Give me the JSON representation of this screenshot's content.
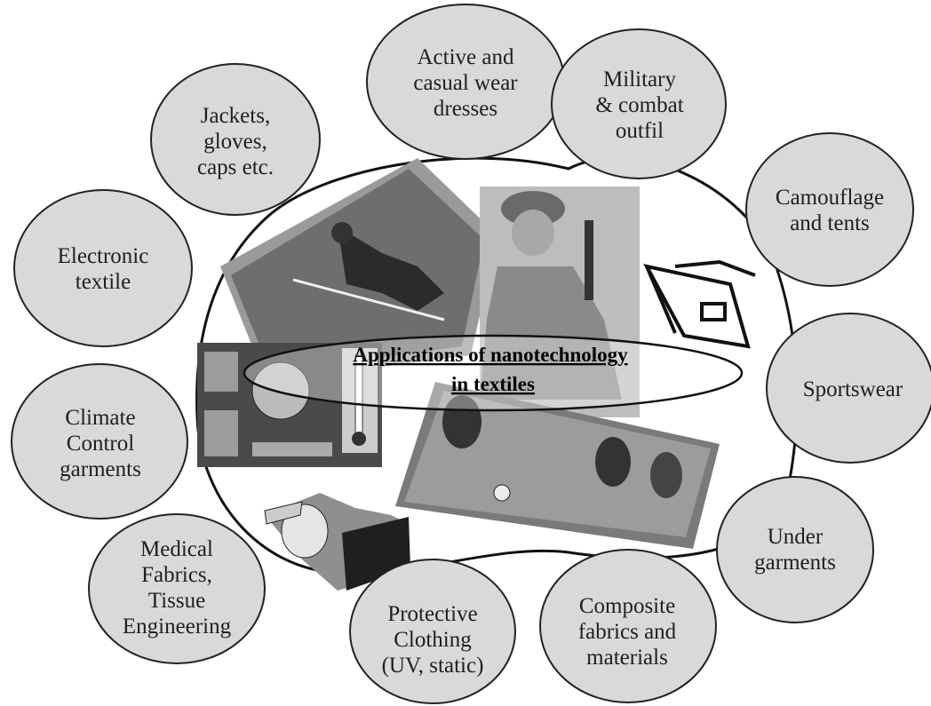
{
  "title": {
    "line1": "Applications of nanotechnology",
    "line2": "in textiles"
  },
  "applications": [
    {
      "lines": [
        "Active and",
        "casual wear",
        "dresses"
      ]
    },
    {
      "lines": [
        "Military",
        "& combat",
        "outfil"
      ]
    },
    {
      "lines": [
        "Jackets,",
        "gloves,",
        "caps etc."
      ]
    },
    {
      "lines": [
        "Camouflage",
        "and tents"
      ]
    },
    {
      "lines": [
        "Electronic",
        "textile"
      ]
    },
    {
      "lines": [
        "Sportswear"
      ]
    },
    {
      "lines": [
        "Climate",
        "Control",
        "garments"
      ]
    },
    {
      "lines": [
        "Under",
        "garments"
      ]
    },
    {
      "lines": [
        "Medical",
        "Fabrics,",
        "Tissue",
        "Engineering"
      ]
    },
    {
      "lines": [
        "Protective",
        "Clothing",
        "(UV, static)"
      ]
    },
    {
      "lines": [
        "Composite",
        "fabrics and",
        "materials"
      ]
    }
  ],
  "colors": {
    "bubble_fill": "#d9d9d9",
    "bubble_stroke": "#222222",
    "blob_stroke": "#111111"
  }
}
